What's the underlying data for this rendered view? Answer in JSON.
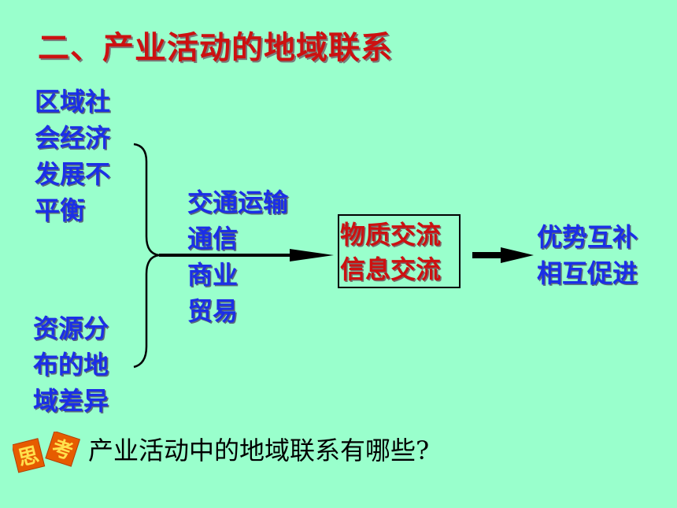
{
  "title": "二、产业活动的地域联系",
  "cause_top": [
    "区域社",
    "会经济",
    "发展不",
    "平衡"
  ],
  "cause_bottom": [
    "资源分",
    "布的地",
    "域差异"
  ],
  "channels": [
    "交通运输",
    "通信",
    "商业",
    "贸易"
  ],
  "exchange": [
    "物质交流",
    "信息交流"
  ],
  "result": [
    "优势互补",
    "相互促进"
  ],
  "question_badge": "思考",
  "question": "产业活动中的地域联系有哪些?"
}
